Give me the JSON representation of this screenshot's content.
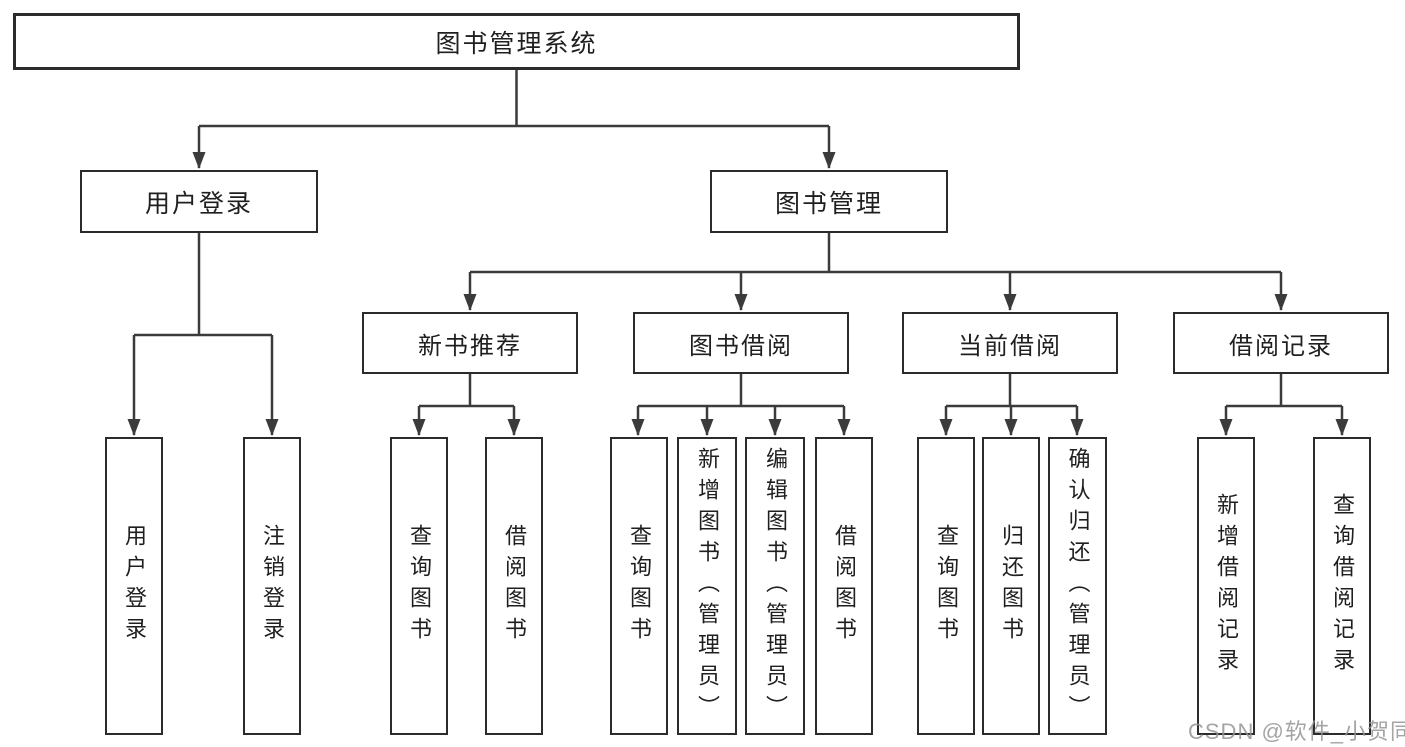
{
  "diagram_title": "图书管理系统",
  "tree": {
    "root": {
      "label": "图书管理系统"
    },
    "branches": [
      {
        "label": "用户登录",
        "children": [
          {
            "label": "用户登录"
          },
          {
            "label": "注销登录"
          }
        ]
      },
      {
        "label": "图书管理",
        "children": [
          {
            "label": "新书推荐",
            "children": [
              {
                "label": "查询图书"
              },
              {
                "label": "借阅图书"
              }
            ]
          },
          {
            "label": "图书借阅",
            "children": [
              {
                "label": "查询图书"
              },
              {
                "label": "新增图书（管理员）"
              },
              {
                "label": "编辑图书（管理员）"
              },
              {
                "label": "借阅图书"
              }
            ]
          },
          {
            "label": "当前借阅",
            "children": [
              {
                "label": "查询图书"
              },
              {
                "label": "归还图书"
              },
              {
                "label": "确认归还（管理员）"
              }
            ]
          },
          {
            "label": "借阅记录",
            "children": [
              {
                "label": "新增借阅记录"
              },
              {
                "label": "查询借阅记录"
              }
            ]
          }
        ]
      }
    ]
  },
  "watermark": {
    "text": "CSDN @软件_小贺同学"
  },
  "colors": {
    "background": "#ffffff",
    "connector_line": "#3b3b3b",
    "box_border": "#2b2b2b",
    "box_fill": "#ffffff",
    "text": "#1f1f1f",
    "watermark": "#949494"
  }
}
